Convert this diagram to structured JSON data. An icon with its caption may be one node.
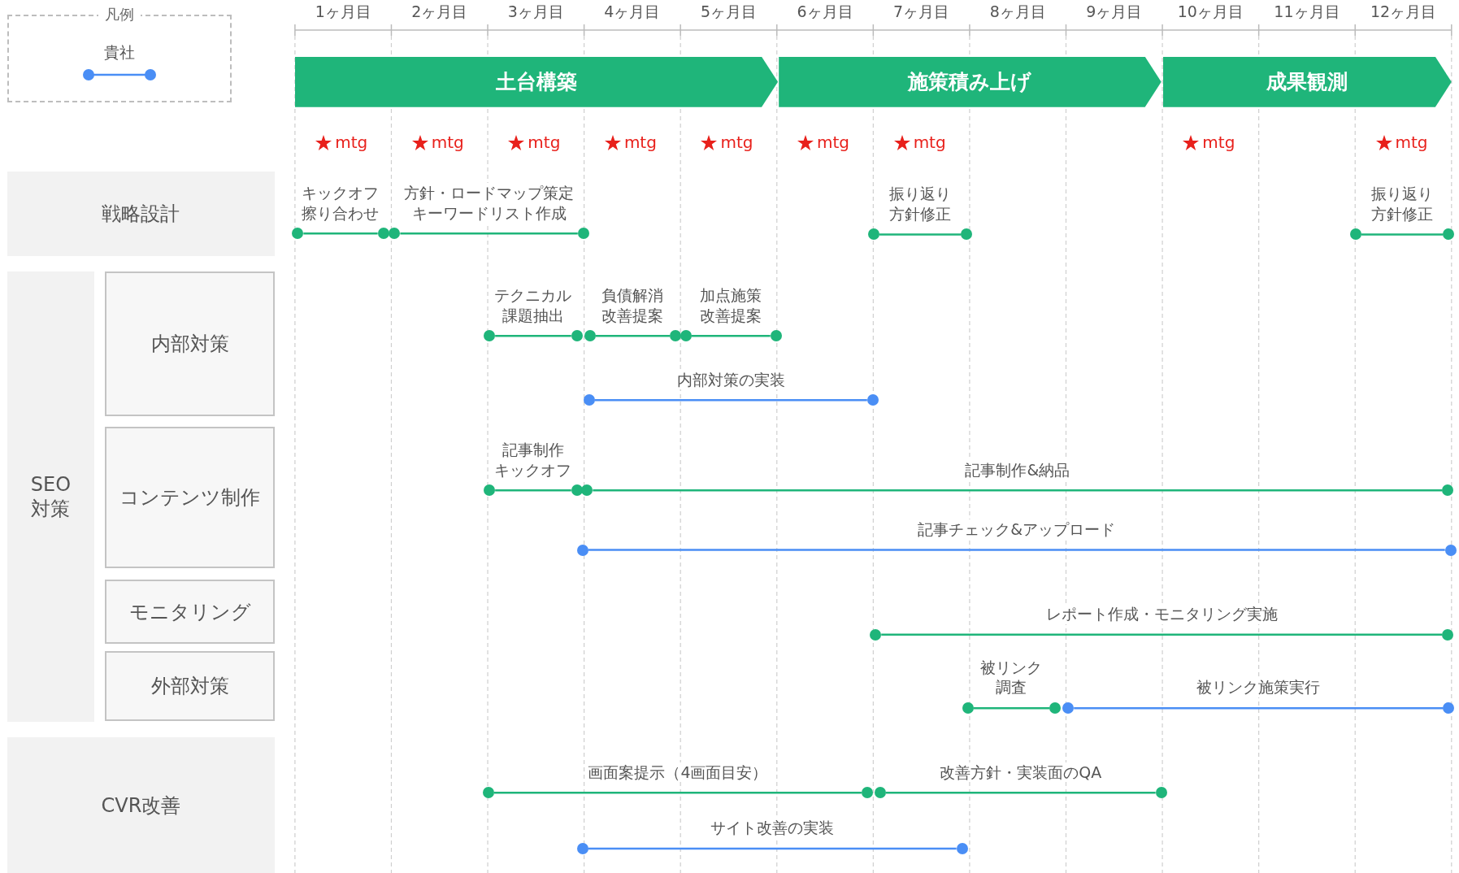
{
  "diagram": {
    "nodes": [
      {
        "text": [
          "土台構築"
        ]
      },
      {
        "text": [
          "施策積み上げ"
        ]
      },
      {
        "text": [
          "成果観測"
        ]
      },
      {
        "text": [
          "戦略設計"
        ]
      },
      {
        "text": [
          "SEO 対策"
        ]
      },
      {
        "text": [
          "内部対策"
        ]
      },
      {
        "text": [
          "コンテンツ制作"
        ]
      },
      {
        "text": [
          "モニタリング"
        ]
      },
      {
        "text": [
          "外部対策"
        ]
      },
      {
        "text": [
          "CVR改善"
        ]
      },
      {
        "text": [],
        "shape": "circle"
      },
      {
        "text": [],
        "shape": "circle"
      },
      {
        "text": [],
        "shape": "circle"
      },
      {
        "text": [],
        "shape": "circle"
      },
      {
        "text": [],
        "shape": "circle"
      },
      {
        "text": [],
        "shape": "circle"
      },
      {
        "text": [],
        "shape": "circle"
      },
      {
        "text": [],
        "shape": "circle"
      },
      {
        "text": [],
        "shape": "circle"
      },
      {
        "text": [],
        "shape": "circle"
      },
      {
        "text": [],
        "shape": "circle"
      },
      {
        "text": [],
        "shape": "circle"
      },
      {
        "text": [],
        "shape": "circle"
      },
      {
        "text": [],
        "shape": "circle"
      },
      {
        "text": [],
        "shape": "circle"
      },
      {
        "text": [],
        "shape": "circle"
      },
      {
        "text": [],
        "shape": "circle"
      },
      {
        "text": [],
        "shape": "circle"
      },
      {
        "text": [],
        "shape": "circle"
      },
      {
        "text": [],
        "shape": "circle"
      },
      {
        "text": [],
        "shape": "circle"
      },
      {
        "text": [],
        "shape": "circle"
      },
      {
        "text": [],
        "shape": "circle"
      },
      {
        "text": [],
        "shape": "circle"
      },
      {
        "text": [],
        "shape": "circle"
      },
      {
        "text": [],
        "shape": "circle"
      },
      {
        "text": [],
        "shape": "circle"
      },
      {
        "text": [],
        "shape": "circle"
      },
      {
        "text": [],
        "shape": "circle"
      },
      {
        "text": [],
        "shape": "circle"
      },
      {
        "text": [],
        "shape": "circle"
      },
      {
        "text": [],
        "shape": "circle"
      },
      {
        "text": [],
        "shape": "circle"
      },
      {
        "text": [],
        "shape": "circle"
      }
    ],
    "edges": [
      {
        "from": 10,
        "to": 11,
        "arrow": "none",
        "label": "キックオフ擦り合わせ"
      },
      {
        "from": 12,
        "to": 13,
        "arrow": "none",
        "label": "方針・ロードマップ策定キーワードリスト作成"
      },
      {
        "from": 14,
        "to": 15,
        "arrow": "none",
        "label": "振り返り方針修正"
      },
      {
        "from": 16,
        "to": 17,
        "arrow": "none",
        "label": "振り返り方針修正"
      },
      {
        "from": 18,
        "to": 19,
        "arrow": "none",
        "label": "テクニカル課題抽出"
      },
      {
        "from": 20,
        "to": 21,
        "arrow": "none",
        "label": "負債解消改善提案"
      },
      {
        "from": 22,
        "to": 23,
        "arrow": "none",
        "label": "加点施策改善提案"
      },
      {
        "from": 24,
        "to": 25,
        "arrow": "none",
        "label": "内部対策の実装",
        "color": "#4a8ef5"
      },
      {
        "from": 26,
        "to": 27,
        "arrow": "none",
        "label": "記事制作キックオフ"
      },
      {
        "from": 28,
        "to": 29,
        "arrow": "none",
        "label": "記事制作&納品"
      },
      {
        "from": 30,
        "to": 31,
        "arrow": "none",
        "label": "記事チェック&アップロード",
        "color": "#4a8ef5"
      },
      {
        "from": 32,
        "to": 33,
        "arrow": "none",
        "label": "レポート作成・モニタリング実施"
      },
      {
        "from": 34,
        "to": 35,
        "arrow": "none",
        "label": "被リンク調査"
      },
      {
        "from": 36,
        "to": 37,
        "arrow": "none",
        "label": "被リンク施策実行",
        "color": "#4a8ef5"
      },
      {
        "from": 38,
        "to": 39,
        "arrow": "none",
        "label": "画面案提示（4画面目安）"
      },
      {
        "from": 40,
        "to": 41,
        "arrow": "none",
        "label": "改善方針・実装面のQA"
      },
      {
        "from": 42,
        "to": 43,
        "arrow": "none",
        "label": "サイト改善の実装",
        "color": "#4a8ef5"
      }
    ],
    "labels": [
      "凡例",
      "1ヶ月目",
      "2ヶ月目",
      "3ヶ月目",
      "4ヶ月目",
      "5ヶ月目",
      "6ヶ月目",
      "7ヶ月目",
      "8ヶ月目",
      "9ヶ月目",
      "10ヶ月目",
      "11ヶ月目",
      "12ヶ月目",
      "mtg",
      "mtg",
      "mtg",
      "mtg",
      "mtg",
      "mtg",
      "mtg",
      "mtg",
      "mtg"
    ],
    "legend": [
      {
        "text": "貴社"
      }
    ]
  }
}
